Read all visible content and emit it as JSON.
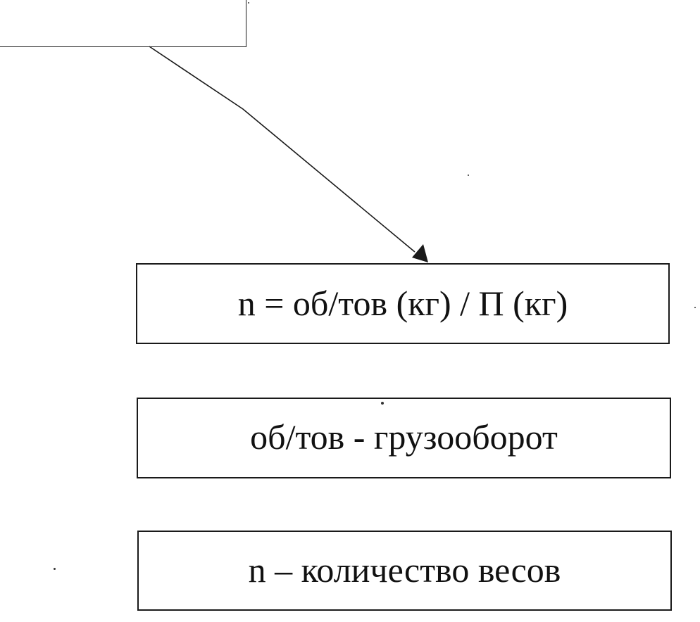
{
  "diagram": {
    "boxes": {
      "top": {
        "label": ""
      },
      "formula": {
        "label": "n = об/тов (кг) / П (кг)"
      },
      "turnover": {
        "label": "об/тов - грузооборот"
      },
      "count": {
        "label": "n – количество весов"
      }
    },
    "colors": {
      "line": "#1a1a1a",
      "background": "#ffffff",
      "text": "#111111"
    }
  }
}
